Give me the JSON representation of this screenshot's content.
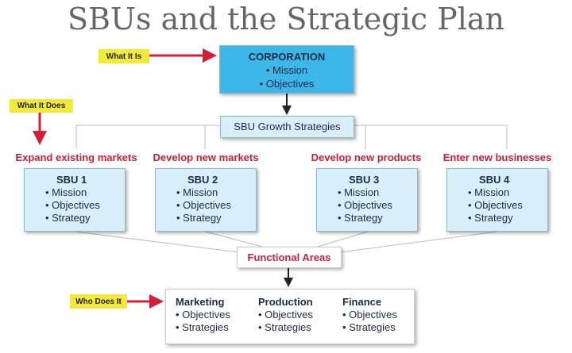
{
  "title": "SBUs and the Strategic Plan",
  "labels": {
    "what_it_is": "What It Is",
    "what_it_does": "What It Does",
    "who_does_it": "Who Does It"
  },
  "corporation": {
    "title": "CORPORATION",
    "items": [
      "• Mission",
      "• Objectives"
    ]
  },
  "growth": "SBU Growth Strategies",
  "strategies": [
    "Expand existing markets",
    "Develop new markets",
    "Develop new products",
    "Enter new businesses"
  ],
  "sbus": [
    {
      "title": "SBU 1",
      "items": [
        "• Mission",
        "• Objectives",
        "• Strategy"
      ]
    },
    {
      "title": "SBU 2",
      "items": [
        "• Mission",
        "• Objectives",
        "• Strategy"
      ]
    },
    {
      "title": "SBU 3",
      "items": [
        "• Mission",
        "• Objectives",
        "• Strategy"
      ]
    },
    {
      "title": "SBU 4",
      "items": [
        "• Mission",
        "• Objectives",
        "• Strategy"
      ]
    }
  ],
  "functional": "Functional Areas",
  "functions": [
    {
      "title": "Marketing",
      "items": [
        "• Objectives",
        "• Strategies"
      ]
    },
    {
      "title": "Production",
      "items": [
        "• Objectives",
        "• Strategies"
      ]
    },
    {
      "title": "Finance",
      "items": [
        "• Objectives",
        "• Strategies"
      ]
    }
  ],
  "colors": {
    "accent_red": "#c8203a",
    "label_yellow": "#f3e93a",
    "corp_blue": "#3db6ea",
    "light_blue": "#d8eef9"
  }
}
